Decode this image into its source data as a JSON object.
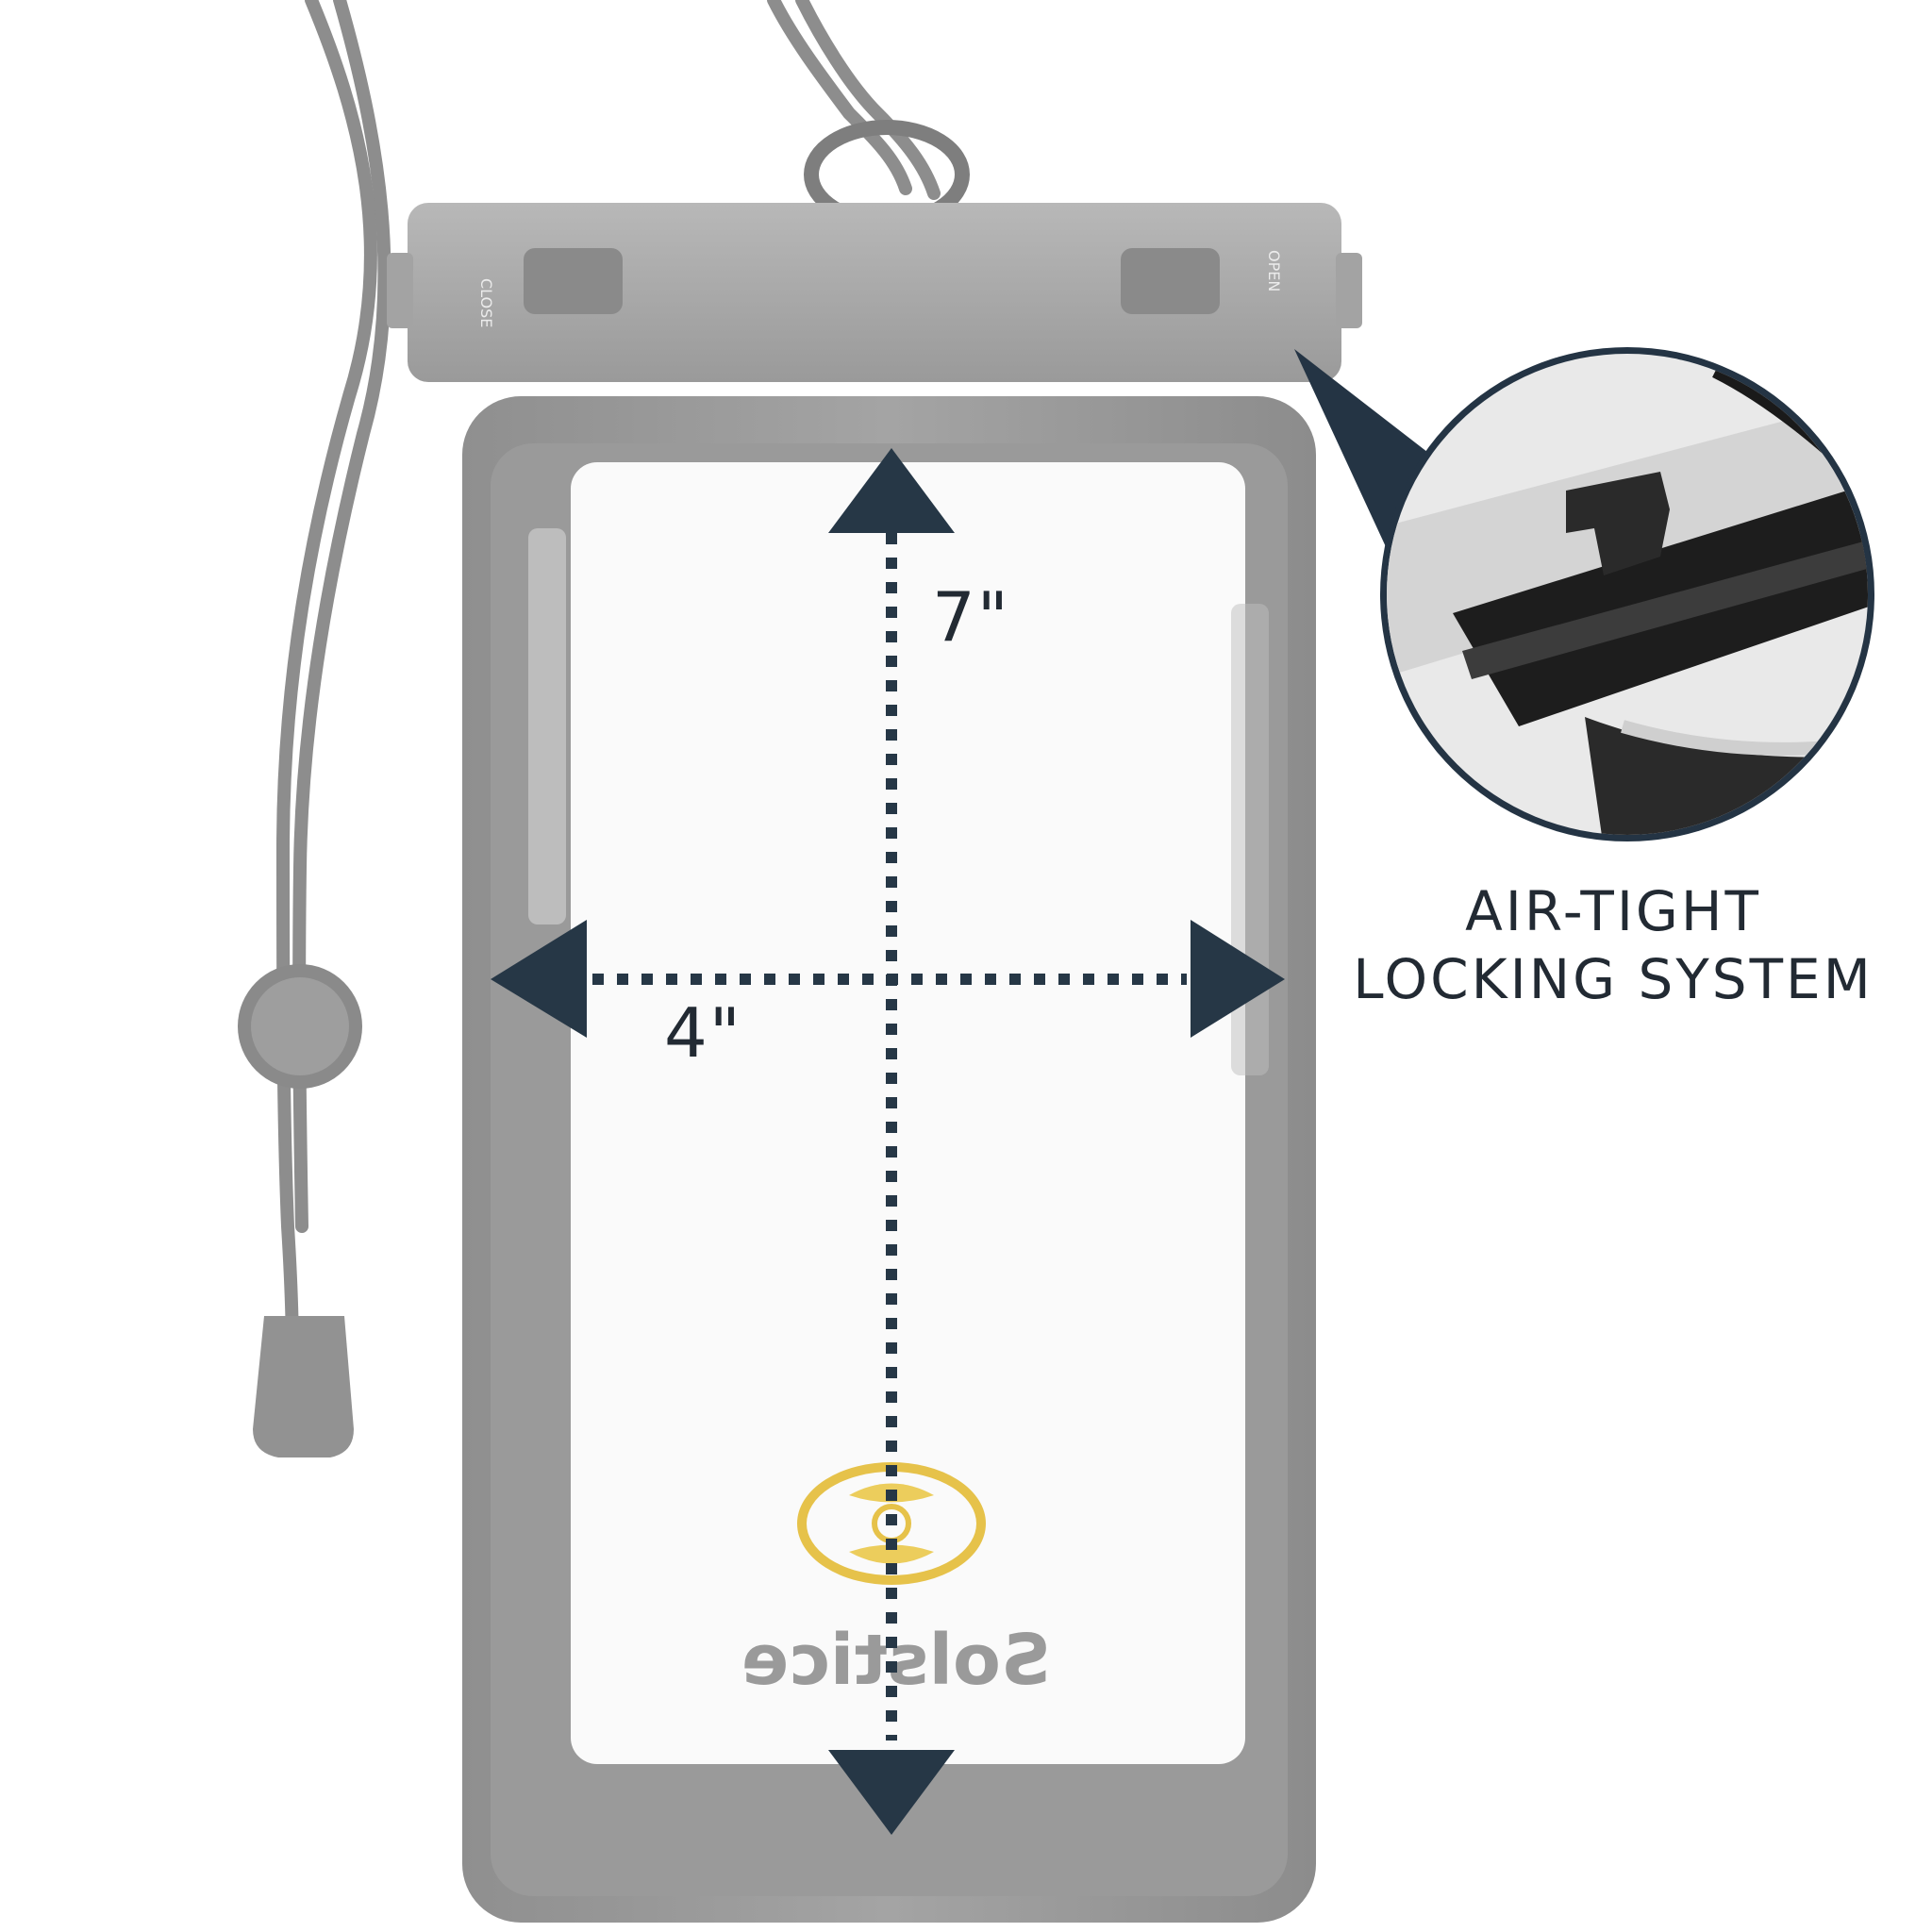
{
  "product": {
    "brand_print": "Solstice",
    "latch_left_print": "CLOSE",
    "latch_right_print": "OPEN"
  },
  "dimensions": {
    "height_label": "7\"",
    "width_label": "4\""
  },
  "callout": {
    "line1": "AIR-TIGHT",
    "line2": "LOCKING SYSTEM"
  },
  "colors": {
    "arrow": "#263746",
    "pouch_gray": "#9d9d9d",
    "logo_yellow": "#e8c44a",
    "callout_ring": "#243444"
  }
}
